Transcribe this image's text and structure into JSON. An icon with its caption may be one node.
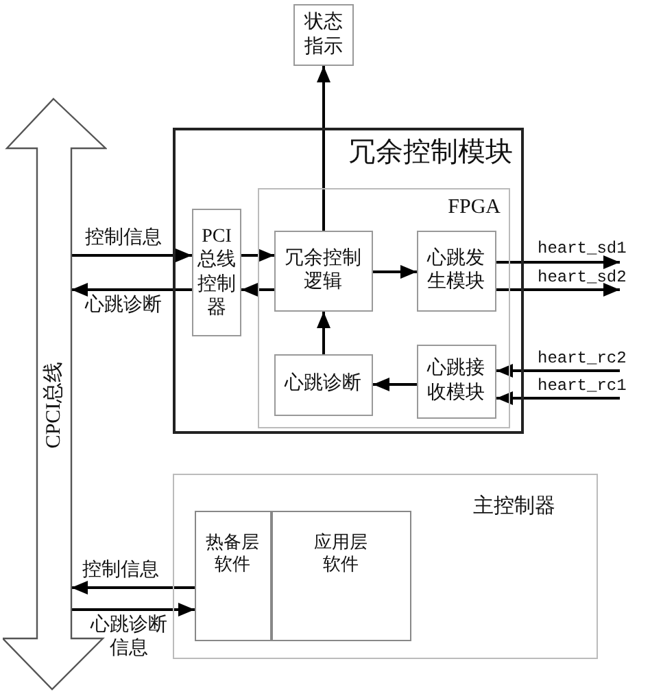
{
  "diagram": {
    "nodes": [
      {
        "text": [
          "状态指示"
        ]
      },
      {
        "text": [
          "CPCI总线"
        ]
      },
      {
        "text": [
          "冗余控制模块"
        ]
      },
      {
        "text": [
          "FPGA"
        ],
        "in": 2
      },
      {
        "text": [
          "PCI总线控制器"
        ],
        "in": 2
      },
      {
        "text": [
          "冗余控制逻辑"
        ],
        "in": 3
      },
      {
        "text": [
          "心跳发生模块"
        ],
        "in": 3
      },
      {
        "text": [
          "心跳诊断"
        ],
        "in": 3
      },
      {
        "text": [
          "心跳接收模块"
        ],
        "in": 3
      },
      {
        "text": [
          "主控制器"
        ]
      },
      {
        "text": [
          "热备层软件"
        ],
        "in": 9
      },
      {
        "text": [
          "应用层软件"
        ],
        "in": 9
      }
    ],
    "edges": [
      {
        "from": 1,
        "to": 4,
        "arrow": "to",
        "label": "控制信息"
      },
      {
        "from": 4,
        "to": 1,
        "arrow": "to",
        "label": "心跳诊断"
      },
      {
        "from": 4,
        "to": 5,
        "arrow": "to"
      },
      {
        "from": 5,
        "to": 4,
        "arrow": "to"
      },
      {
        "from": 5,
        "to": 0,
        "arrow": "to"
      },
      {
        "from": 5,
        "to": 6,
        "arrow": "to"
      },
      {
        "from": 6,
        "to": null,
        "arrow": "to",
        "label": "heart_sd1"
      },
      {
        "from": 6,
        "to": null,
        "arrow": "to",
        "label": "heart_sd2"
      },
      {
        "from": null,
        "to": 8,
        "arrow": "to",
        "label": "heart_rc2"
      },
      {
        "from": null,
        "to": 8,
        "arrow": "to",
        "label": "heart_rc1"
      },
      {
        "from": 8,
        "to": 7,
        "arrow": "to"
      },
      {
        "from": 7,
        "to": 5,
        "arrow": "to"
      },
      {
        "from": 10,
        "to": 1,
        "arrow": "to",
        "label": "控制信息"
      },
      {
        "from": 1,
        "to": 10,
        "arrow": "to",
        "label": "心跳诊断信息"
      }
    ]
  }
}
